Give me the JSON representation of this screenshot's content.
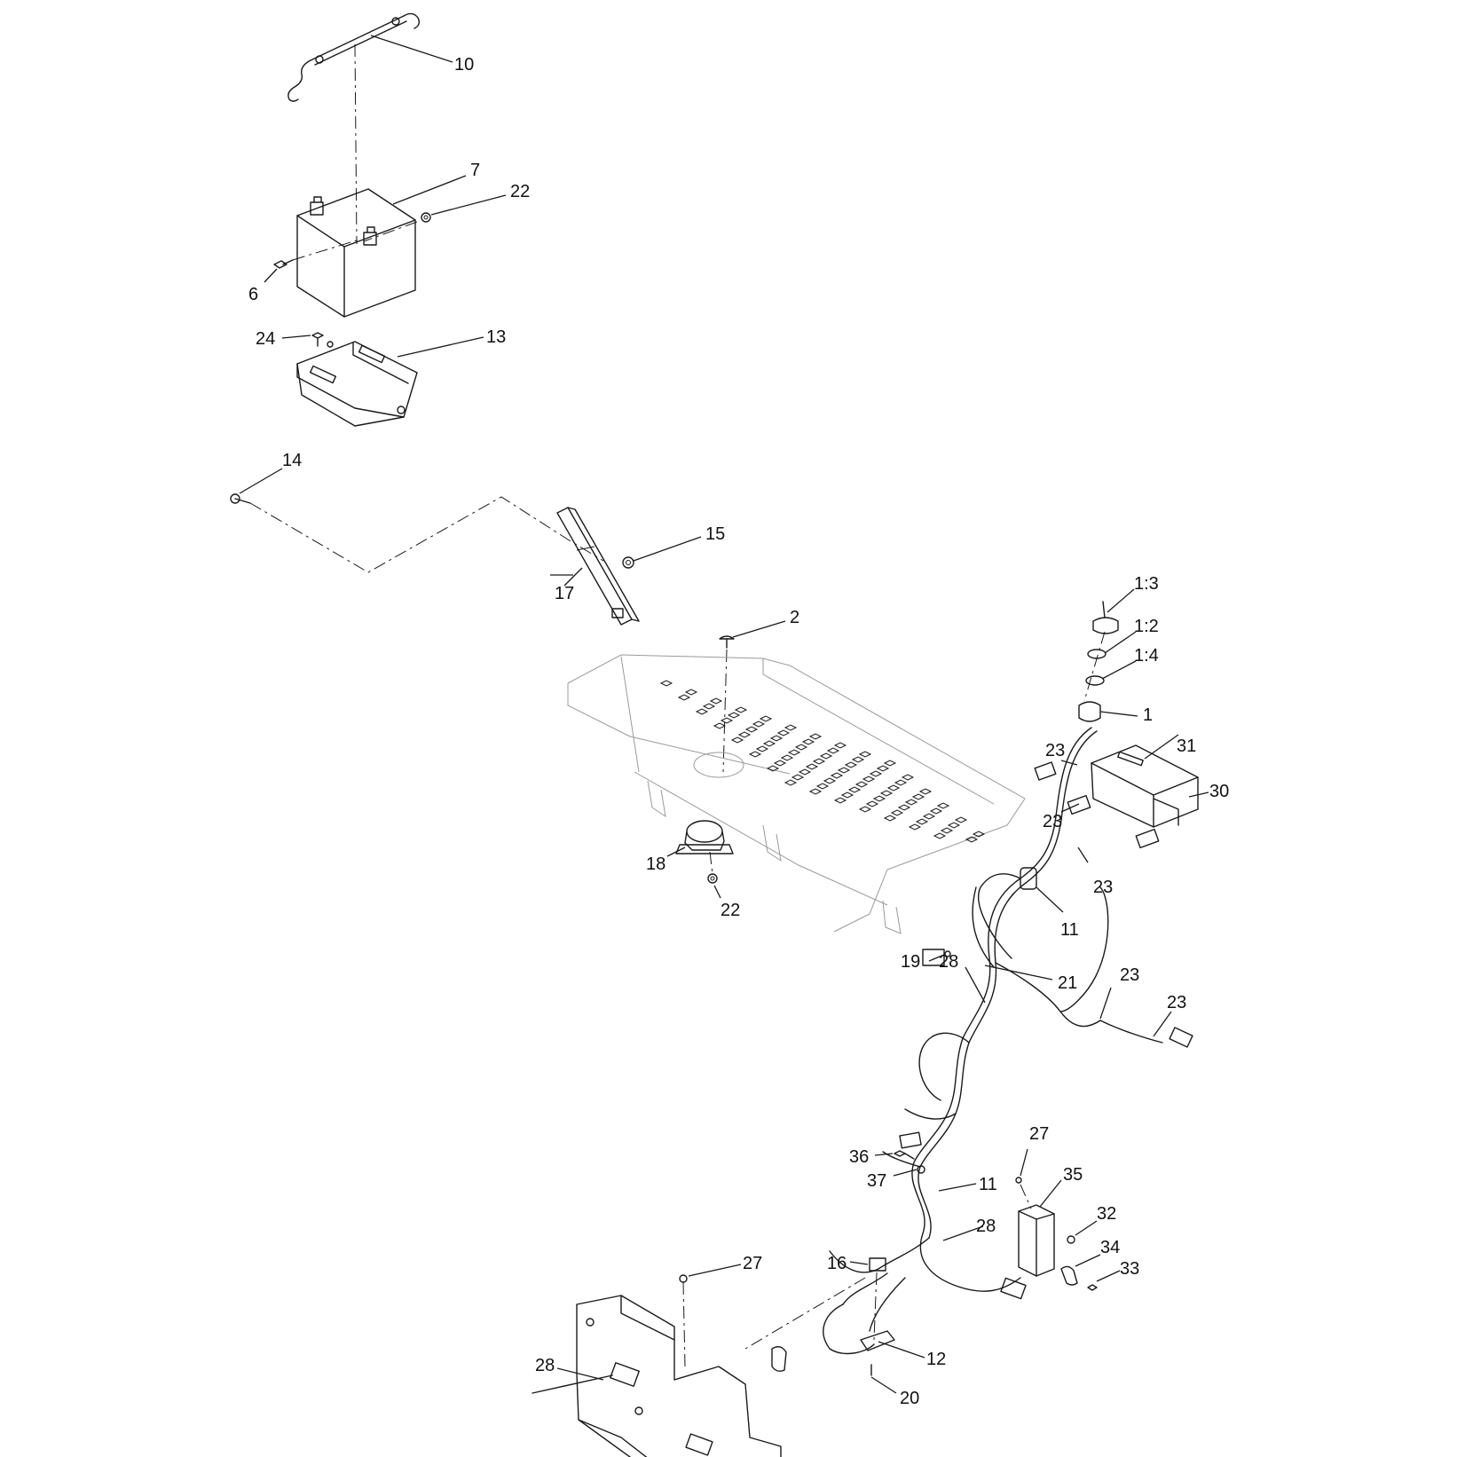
{
  "callouts": {
    "c10": "10",
    "c7": "7",
    "c22a": "22",
    "c6": "6",
    "c24": "24",
    "c13": "13",
    "c14": "14",
    "c15": "15",
    "c17": "17",
    "c2": "2",
    "c18": "18",
    "c22b": "22",
    "c1_3": "1:3",
    "c1_2": "1:2",
    "c1_4": "1:4",
    "c1": "1",
    "c23a": "23",
    "c31": "31",
    "c30": "30",
    "c23b": "23",
    "c23c": "23",
    "c11a": "11",
    "c28a": "28",
    "c23d": "23",
    "c23e": "23",
    "c19": "19",
    "c21": "21",
    "c27a": "27",
    "c36": "36",
    "c37": "37",
    "c11b": "11",
    "c35": "35",
    "c32": "32",
    "c28b": "28",
    "c34": "34",
    "c33": "33",
    "c16": "16",
    "c27b": "27",
    "c12": "12",
    "c28c": "28",
    "c20": "20"
  },
  "colors": {
    "line": "#1a1a1a",
    "faint": "#9a9a9a",
    "background": "#ffffff"
  }
}
